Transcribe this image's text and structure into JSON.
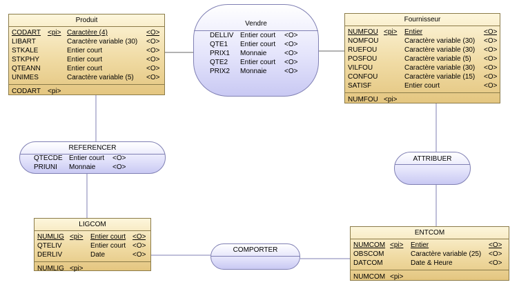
{
  "entities": {
    "produit": {
      "title": "Produit",
      "attrs": [
        {
          "name": "CODART",
          "id": "<pi>",
          "type": "Caractère (4)",
          "mand": "<O>",
          "pk": true
        },
        {
          "name": "LIBART",
          "id": "",
          "type": "Caractère variable (30)",
          "mand": "<O>"
        },
        {
          "name": "STKALE",
          "id": "",
          "type": "Entier court",
          "mand": "<O>"
        },
        {
          "name": "STKPHY",
          "id": "",
          "type": "Entier court",
          "mand": "<O>"
        },
        {
          "name": "QTEANN",
          "id": "",
          "type": "Entier court",
          "mand": "<O>"
        },
        {
          "name": "UNIMES",
          "id": "",
          "type": "Caractère variable (5)",
          "mand": "<O>"
        }
      ],
      "key": {
        "name": "CODART",
        "id": "<pi>"
      }
    },
    "fournisseur": {
      "title": "Fournisseur",
      "attrs": [
        {
          "name": "NUMFOU",
          "id": "<pi>",
          "type": "Entier",
          "mand": "<O>",
          "pk": true
        },
        {
          "name": "NOMFOU",
          "id": "",
          "type": "Caractère variable (30)",
          "mand": "<O>"
        },
        {
          "name": "RUEFOU",
          "id": "",
          "type": "Caractère variable (30)",
          "mand": "<O>"
        },
        {
          "name": "POSFOU",
          "id": "",
          "type": "Caractère variable (5)",
          "mand": "<O>"
        },
        {
          "name": "VILFOU",
          "id": "",
          "type": "Caractère variable (30)",
          "mand": "<O>"
        },
        {
          "name": "CONFOU",
          "id": "",
          "type": "Caractère variable (15)",
          "mand": "<O>"
        },
        {
          "name": "SATISF",
          "id": "",
          "type": "Entier court",
          "mand": "<O>"
        }
      ],
      "key": {
        "name": "NUMFOU",
        "id": "<pi>"
      }
    },
    "ligcom": {
      "title": "LIGCOM",
      "attrs": [
        {
          "name": "NUMLIG",
          "id": "<pi>",
          "type": "Entier court",
          "mand": "<O>",
          "pk": true
        },
        {
          "name": "QTELIV",
          "id": "",
          "type": "Entier court",
          "mand": "<O>"
        },
        {
          "name": "DERLIV",
          "id": "",
          "type": "Date",
          "mand": "<O>"
        }
      ],
      "key": {
        "name": "NUMLIG",
        "id": "<pi>"
      }
    },
    "entcom": {
      "title": "ENTCOM",
      "attrs": [
        {
          "name": "NUMCOM",
          "id": "<pi>",
          "type": "Entier",
          "mand": "<O>",
          "pk": true
        },
        {
          "name": "OBSCOM",
          "id": "",
          "type": "Caractère variable (25)",
          "mand": "<O>"
        },
        {
          "name": "DATCOM",
          "id": "",
          "type": "Date & Heure",
          "mand": "<O>"
        }
      ],
      "key": {
        "name": "NUMCOM",
        "id": "<pi>"
      }
    }
  },
  "associations": {
    "vendre": {
      "title": "Vendre",
      "attrs": [
        {
          "name": "DELLIV",
          "type": "Entier court",
          "mand": "<O>"
        },
        {
          "name": "QTE1",
          "type": "Entier court",
          "mand": "<O>"
        },
        {
          "name": "PRIX1",
          "type": "Monnaie",
          "mand": "<O>"
        },
        {
          "name": "QTE2",
          "type": "Entier court",
          "mand": "<O>"
        },
        {
          "name": "PRIX2",
          "type": "Monnaie",
          "mand": "<O>"
        }
      ]
    },
    "referencer": {
      "title": "REFERENCER",
      "attrs": [
        {
          "name": "QTECDE",
          "type": "Entier court",
          "mand": "<O>"
        },
        {
          "name": "PRIUNI",
          "type": "Monnaie",
          "mand": "<O>"
        }
      ]
    },
    "attribuer": {
      "title": "ATTRIBUER",
      "attrs": []
    },
    "comporter": {
      "title": "COMPORTER",
      "attrs": []
    }
  }
}
